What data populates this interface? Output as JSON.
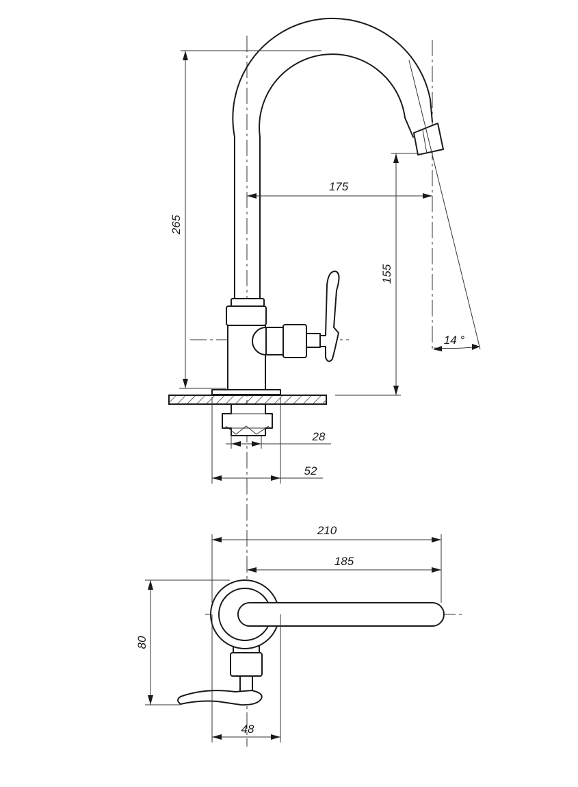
{
  "dimensions": {
    "height_total": "265",
    "reach_side": "175",
    "spout_height": "155",
    "spout_angle": "14 °",
    "thread": "28",
    "flange": "52",
    "total_length": "210",
    "spout_length": "185",
    "depth": "80",
    "base_width": "48"
  }
}
